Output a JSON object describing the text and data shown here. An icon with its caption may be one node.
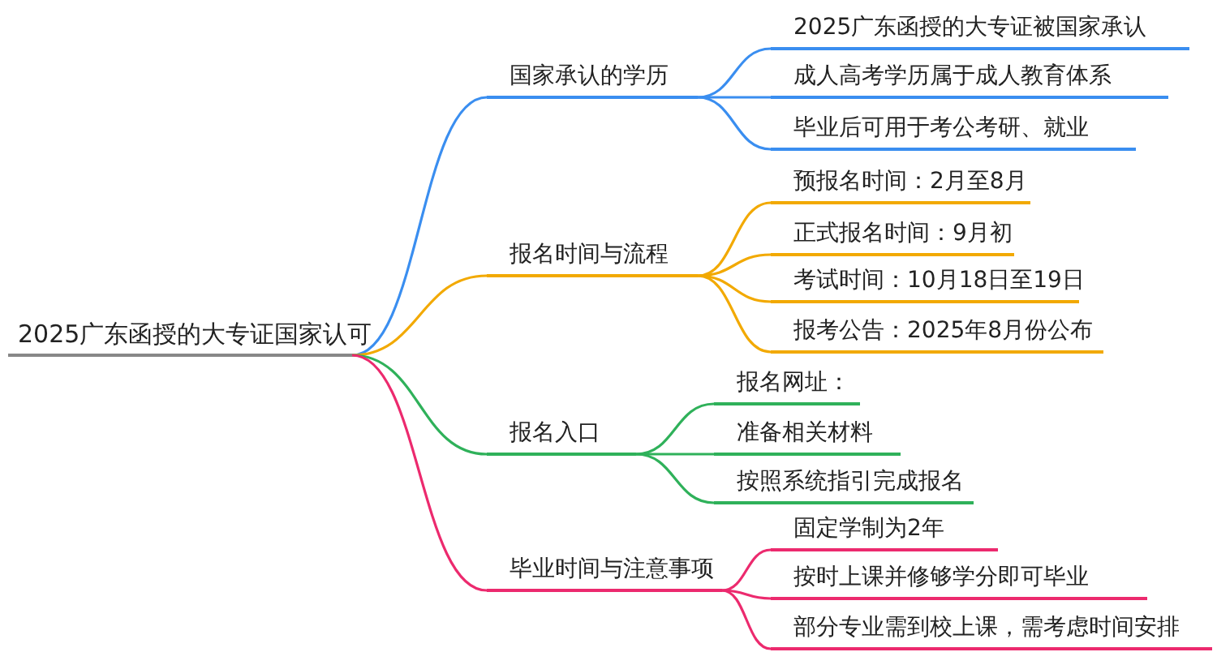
{
  "diagram": {
    "nodes": [
      {
        "text": [
          "2025广东函授的大专证国家认可"
        ]
      },
      {
        "text": [
          "国家承认的学历"
        ]
      },
      {
        "text": [
          "2025广东函授的大专证被国家承认"
        ]
      },
      {
        "text": [
          "成人高考学历属于成人教育体系"
        ]
      },
      {
        "text": [
          "毕业后可用于考公考研、就业"
        ]
      },
      {
        "text": [
          "报名时间与流程"
        ]
      },
      {
        "text": [
          "预报名时间：2月至8月"
        ]
      },
      {
        "text": [
          "正式报名时间：9月初"
        ]
      },
      {
        "text": [
          "考试时间：10月18日至19日"
        ]
      },
      {
        "text": [
          "报考公告：2025年8月份公布"
        ]
      },
      {
        "text": [
          "报名入口"
        ]
      },
      {
        "text": [
          "报名网址："
        ]
      },
      {
        "text": [
          "准备相关材料"
        ]
      },
      {
        "text": [
          "按照系统指引完成报名"
        ]
      },
      {
        "text": [
          "毕业时间与注意事项"
        ]
      },
      {
        "text": [
          "固定学制为2年"
        ]
      },
      {
        "text": [
          "按时上课并修够学分即可毕业"
        ]
      },
      {
        "text": [
          "部分专业需到校上课，需考虑时间安排"
        ]
      }
    ],
    "edges": [
      {
        "from": 0,
        "to": 1,
        "arrow": "none",
        "color": "#3a8ef0"
      },
      {
        "from": 1,
        "to": 2,
        "arrow": "none",
        "color": "#3a8ef0"
      },
      {
        "from": 1,
        "to": 3,
        "arrow": "none",
        "color": "#3a8ef0"
      },
      {
        "from": 1,
        "to": 4,
        "arrow": "none",
        "color": "#3a8ef0"
      },
      {
        "from": 0,
        "to": 5,
        "arrow": "none",
        "color": "#f2a900"
      },
      {
        "from": 5,
        "to": 6,
        "arrow": "none",
        "color": "#f2a900"
      },
      {
        "from": 5,
        "to": 7,
        "arrow": "none",
        "color": "#f2a900"
      },
      {
        "from": 5,
        "to": 8,
        "arrow": "none",
        "color": "#f2a900"
      },
      {
        "from": 5,
        "to": 9,
        "arrow": "none",
        "color": "#f2a900"
      },
      {
        "from": 0,
        "to": 10,
        "arrow": "none",
        "color": "#2fb15a"
      },
      {
        "from": 10,
        "to": 11,
        "arrow": "none",
        "color": "#2fb15a"
      },
      {
        "from": 10,
        "to": 12,
        "arrow": "none",
        "color": "#2fb15a"
      },
      {
        "from": 10,
        "to": 13,
        "arrow": "none",
        "color": "#2fb15a"
      },
      {
        "from": 0,
        "to": 14,
        "arrow": "none",
        "color": "#ec2a6e"
      },
      {
        "from": 14,
        "to": 15,
        "arrow": "none",
        "color": "#ec2a6e"
      },
      {
        "from": 14,
        "to": 16,
        "arrow": "none",
        "color": "#ec2a6e"
      },
      {
        "from": 14,
        "to": 17,
        "arrow": "none",
        "color": "#ec2a6e"
      }
    ]
  }
}
